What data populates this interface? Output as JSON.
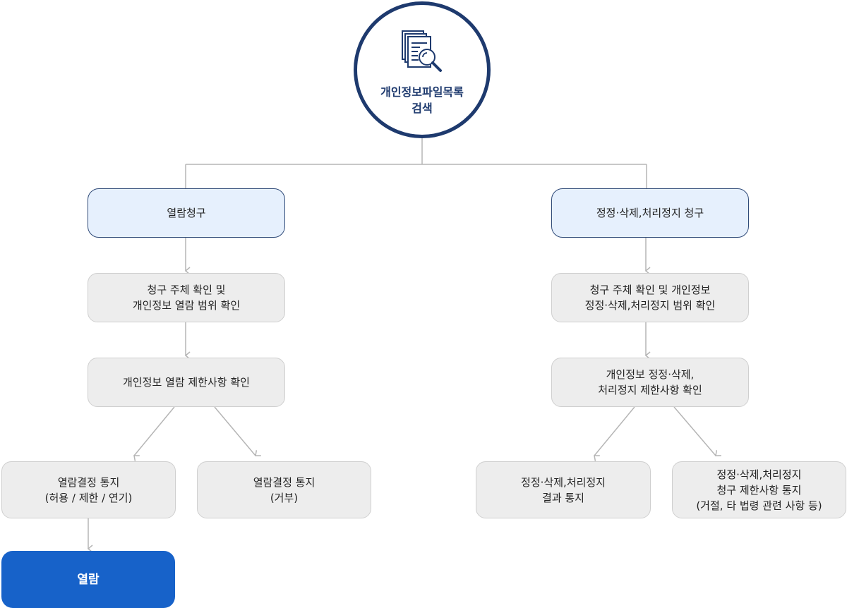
{
  "start": {
    "label": "개인정보파일목록\n검색",
    "icon": "document-search-icon"
  },
  "left_branch": {
    "request": "열람청구",
    "check_subject": "청구 주체 확인 및\n개인정보 열람 범위 확인",
    "check_restrictions": "개인정보 열람 제한사항 확인",
    "decision_allow": "열람결정 통지\n(허용 / 제한 / 연기)",
    "decision_refuse": "열람결정 통지\n(거부)",
    "final": "열람"
  },
  "right_branch": {
    "request": "정정·삭제,처리정지 청구",
    "check_subject": "청구 주체 확인 및 개인정보\n정정·삭제,처리정지 범위 확인",
    "check_restrictions": "개인정보 정정·삭제,\n처리정지 제한사항 확인",
    "result_notice": "정정·삭제,처리정지\n결과 통지",
    "restriction_notice": "정정·삭제,처리정지\n청구 제한사항 통지\n(거절, 타 법령 관련 사항 등)"
  },
  "colors": {
    "circle_border": "#1e3a6e",
    "request_fill": "#e6f0fd",
    "request_border": "#2f4a78",
    "step_fill": "#ededed",
    "step_border": "#cfcfcf",
    "final_fill": "#1762c9",
    "connector": "#b5b5b5"
  }
}
